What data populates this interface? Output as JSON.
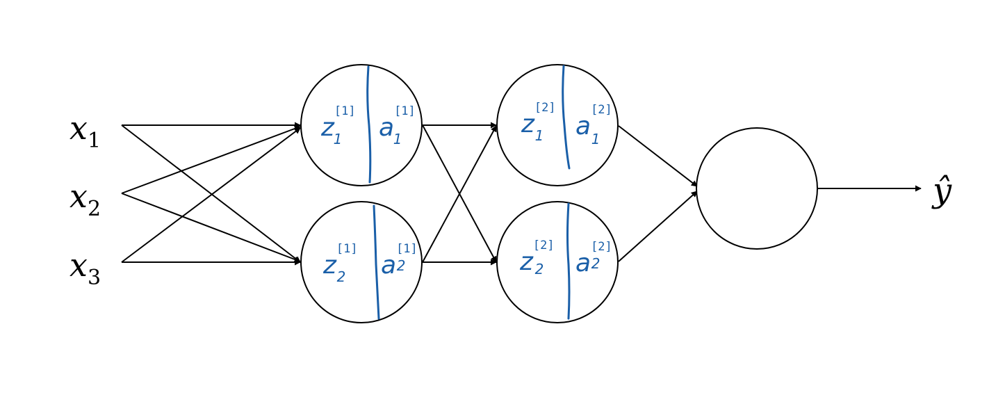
{
  "inputs": [
    {
      "var": "x",
      "sub": "1"
    },
    {
      "var": "x",
      "sub": "2"
    },
    {
      "var": "x",
      "sub": "3"
    }
  ],
  "layer1": [
    {
      "z": "z",
      "z_sup": "[1]",
      "z_sub": "1",
      "a": "a",
      "a_sup": "[1]",
      "a_sub": "1"
    },
    {
      "z": "z",
      "z_sup": "[1]",
      "z_sub": "2",
      "a": "a",
      "a_sup": "[1]",
      "a_sub": "2"
    }
  ],
  "layer2": [
    {
      "z": "z",
      "z_sup": "[2]",
      "z_sub": "1",
      "a": "a",
      "a_sup": "[2]",
      "a_sub": "1"
    },
    {
      "z": "z",
      "z_sup": "[2]",
      "z_sub": "2",
      "a": "a",
      "a_sup": "[2]",
      "a_sub": "2"
    }
  ],
  "output": {
    "label": "ŷ"
  },
  "colors": {
    "ink": "#000000",
    "handwriting": "#1a5fa8"
  }
}
